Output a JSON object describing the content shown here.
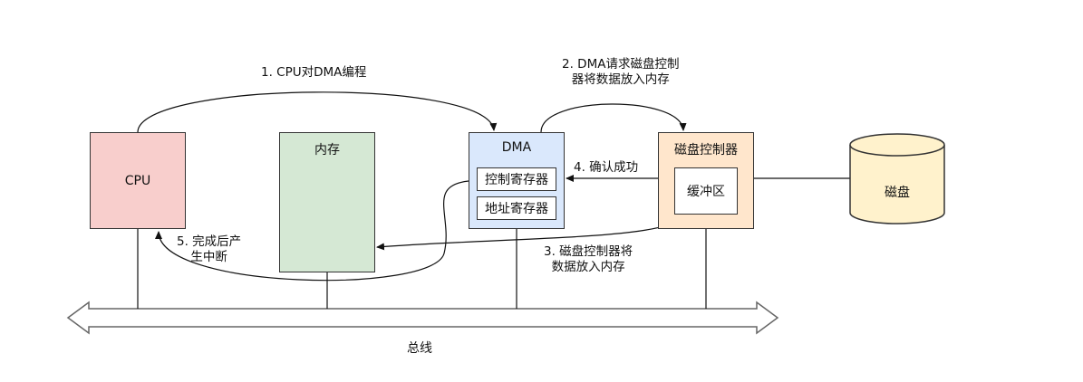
{
  "nodes": {
    "cpu": "CPU",
    "memory": "内存",
    "dma": "DMA",
    "dma_control_register": "控制寄存器",
    "dma_address_register": "地址寄存器",
    "disk_controller": "磁盘控制器",
    "buffer": "缓冲区",
    "disk": "磁盘"
  },
  "bus": {
    "label": "总线"
  },
  "steps": {
    "step1": "1. CPU对DMA编程",
    "step2": "2. DMA请求磁盘控制\n器将数据放入内存",
    "step3": "3. 磁盘控制器将\n数据放入内存",
    "step4": "4. 确认成功",
    "step5": "5. 完成后产\n生中断"
  },
  "colors": {
    "cpu_fill": "#f8cecc",
    "memory_fill": "#d5e8d4",
    "dma_fill": "#dae8fc",
    "controller_fill": "#ffe6cc",
    "disk_fill": "#fff2cc"
  }
}
